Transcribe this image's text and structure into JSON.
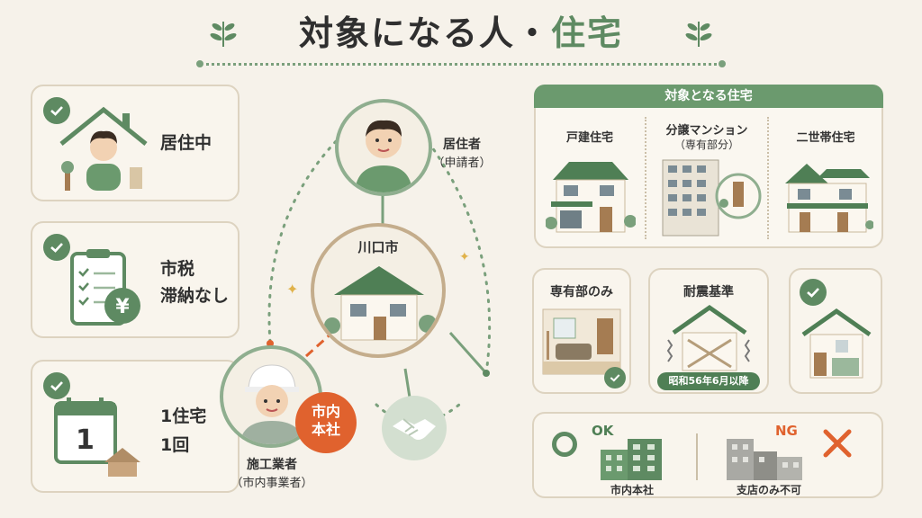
{
  "title": {
    "main": "対象になる人・",
    "highlight": "住宅"
  },
  "left_cards": [
    {
      "label": "居住中"
    },
    {
      "label_line1": "市税",
      "label_line2": "滞納なし"
    },
    {
      "label_line1": "1住宅",
      "label_line2": "1回",
      "calendar_number": "1"
    }
  ],
  "center": {
    "resident_label": "居住者",
    "resident_sub": "（申請者）",
    "city_label": "川口市",
    "builder_label": "施工業者",
    "builder_sub": "（市内事業者）",
    "builder_badge_line1": "市内",
    "builder_badge_line2": "本社"
  },
  "housing_panel": {
    "header": "対象となる住宅",
    "types": [
      {
        "label": "戸建住宅"
      },
      {
        "label": "分譲マンション",
        "sub": "（専有部分）"
      },
      {
        "label": "二世帯住宅"
      }
    ]
  },
  "conditions": [
    {
      "label": "専有部のみ"
    },
    {
      "label": "耐震基準",
      "badge": "昭和56年6月以降"
    },
    {
      "label": ""
    }
  ],
  "company": {
    "ok_text": "OK",
    "ok_label": "市内本社",
    "ng_text": "NG",
    "ng_label": "支店のみ不可"
  },
  "colors": {
    "accent": "#5e8a62",
    "orange": "#e0622e",
    "background": "#f6f2ea"
  }
}
